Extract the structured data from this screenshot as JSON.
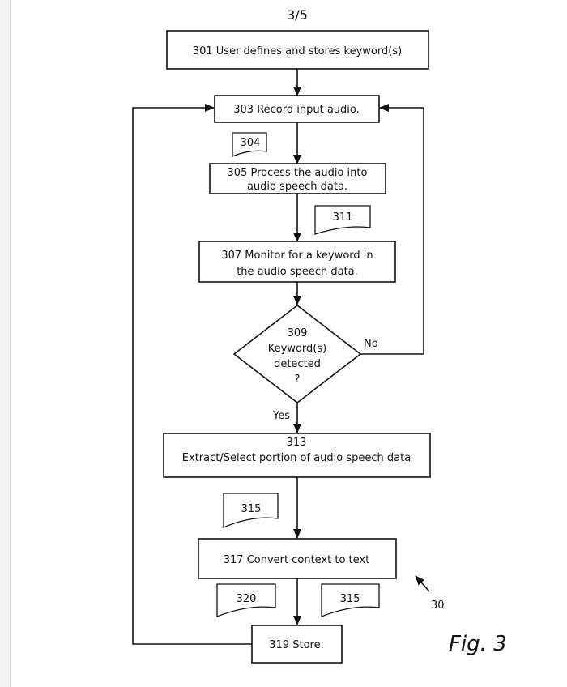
{
  "page_number": "3/5",
  "steps": {
    "s301": "301 User  defines and  stores keyword(s)",
    "s303": "303 Record input audio.",
    "s305_line1": "305 Process the audio into",
    "s305_line2": "audio speech data.",
    "s307_line1": "307 Monitor for a keyword in",
    "s307_line2": "the audio speech data.",
    "s309_line1": "309",
    "s309_line2": "Keyword(s)",
    "s309_line3": "detected",
    "s309_line4": "?",
    "s313_line1": "313",
    "s313_line2": "Extract/Select portion of audio speech data",
    "s317": "317 Convert context to text",
    "s319": "319 Store."
  },
  "branches": {
    "no": "No",
    "yes": "Yes"
  },
  "documents": {
    "d304": "304",
    "d311": "311",
    "d315a": "315",
    "d320": "320",
    "d315b": "315"
  },
  "reference": "30",
  "figure_label": "Fig. 3"
}
